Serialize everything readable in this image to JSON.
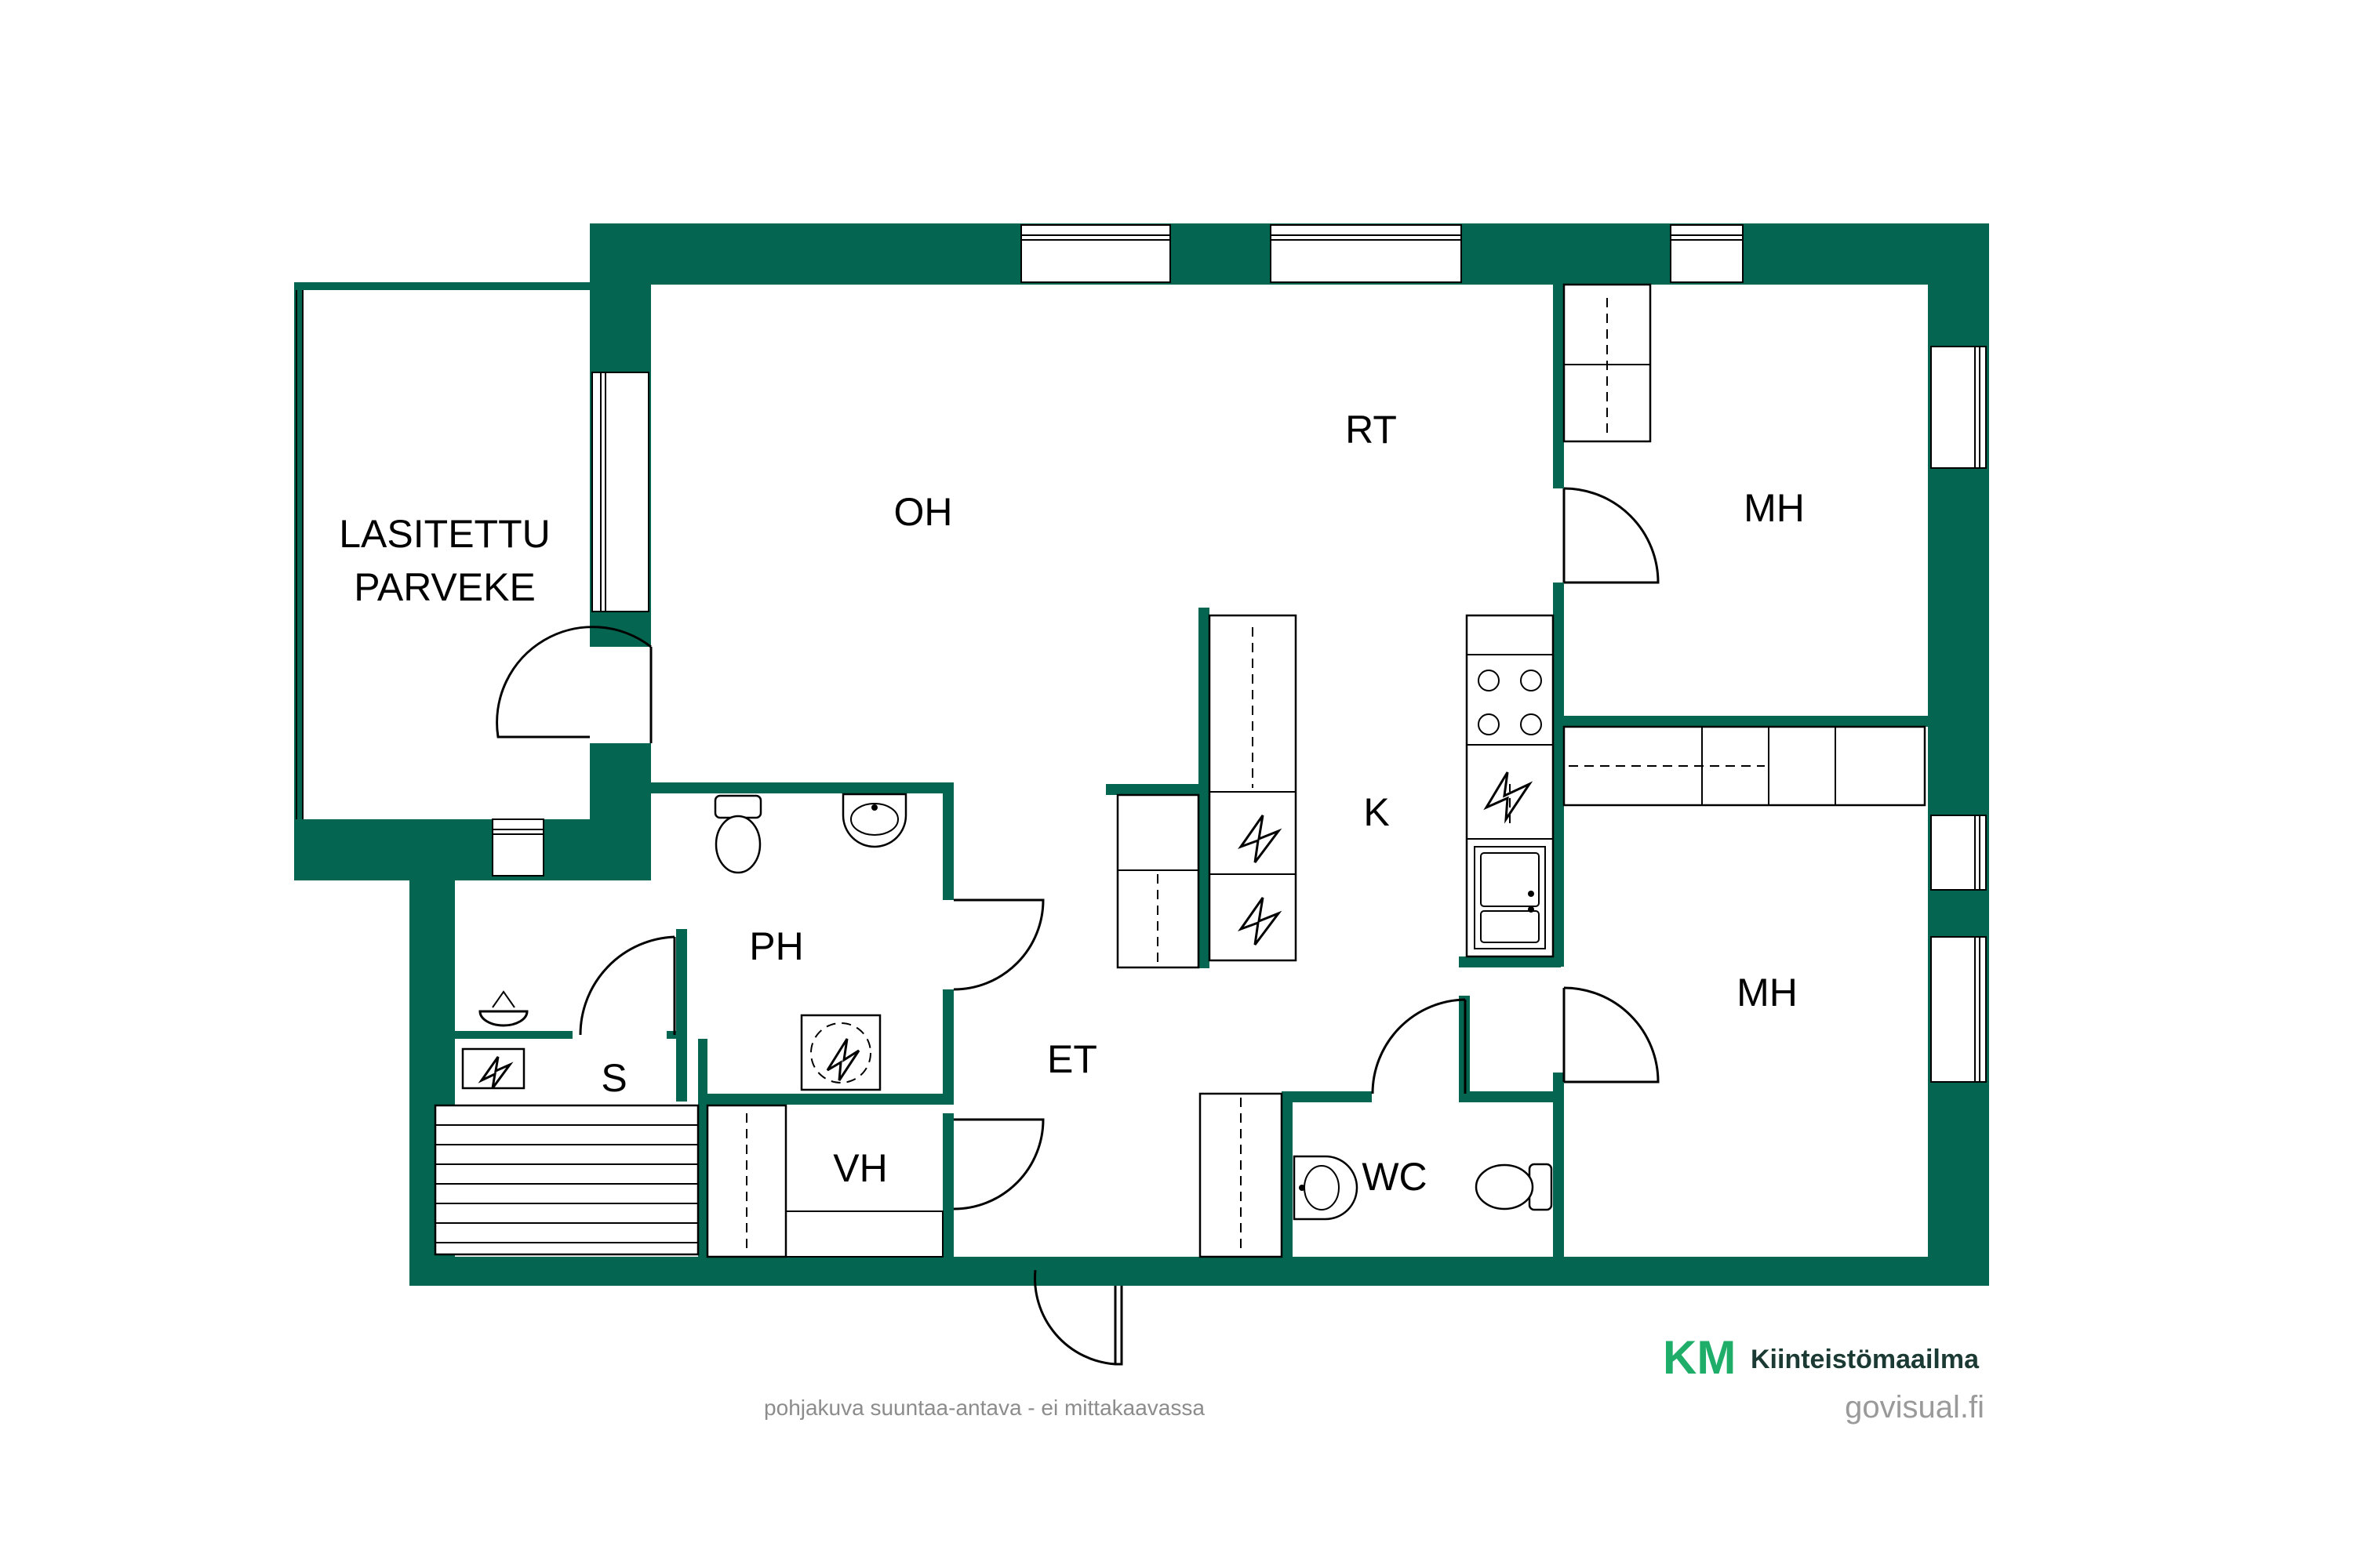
{
  "rooms": {
    "balcony_line1": "LASITETTU",
    "balcony_line2": "PARVEKE",
    "oh": "OH",
    "rt": "RT",
    "mh1": "MH",
    "mh2": "MH",
    "k": "K",
    "ph": "PH",
    "s": "S",
    "et": "ET",
    "vh": "VH",
    "wc": "WC"
  },
  "footer": {
    "disclaimer": "pohjakuva suuntaa-antava - ei mittakaavassa",
    "brand_name": "Kiinteistömaailma",
    "brand_mark": "KM",
    "credit": "govisual.fi"
  },
  "colors": {
    "wall": "#046550",
    "brand_green": "#1fae6a"
  }
}
